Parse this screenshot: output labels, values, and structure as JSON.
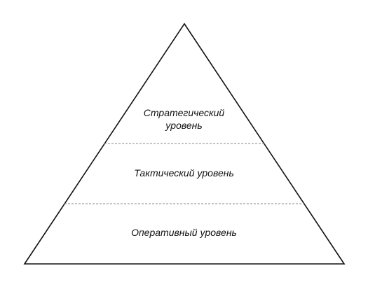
{
  "diagram": {
    "levels": [
      {
        "id": "strategic",
        "line1": "Стратегический",
        "line2": "уровень"
      },
      {
        "id": "tactical",
        "text": "Тактический уровень"
      },
      {
        "id": "operational",
        "text": "Оперативный уровень"
      }
    ],
    "colors": {
      "outline": "#111111",
      "divider": "#8a8a8a",
      "text": "#111111",
      "background": "#ffffff"
    }
  }
}
